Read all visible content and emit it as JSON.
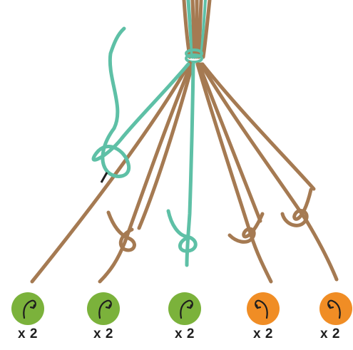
{
  "colors": {
    "brown": "#a57a52",
    "teal": "#5ec0a6",
    "green_badge": "#7bb23b",
    "orange_badge": "#f08d25",
    "arrow": "#1e1e1e",
    "text": "#1e1e1e"
  },
  "strands": {
    "left_strand_color": "teal",
    "center_strand_color": "teal",
    "other_strands_color": "brown"
  },
  "badges": [
    {
      "icon": "clockwise-arrow-icon",
      "color": "green",
      "count_label": "x 2"
    },
    {
      "icon": "clockwise-arrow-icon",
      "color": "green",
      "count_label": "x 2"
    },
    {
      "icon": "clockwise-arrow-icon",
      "color": "green",
      "count_label": "x 2"
    },
    {
      "icon": "counterclockwise-arrow-icon",
      "color": "orange",
      "count_label": "x 2"
    },
    {
      "icon": "counterclockwise-arrow-icon",
      "color": "orange",
      "count_label": "x 2"
    }
  ]
}
